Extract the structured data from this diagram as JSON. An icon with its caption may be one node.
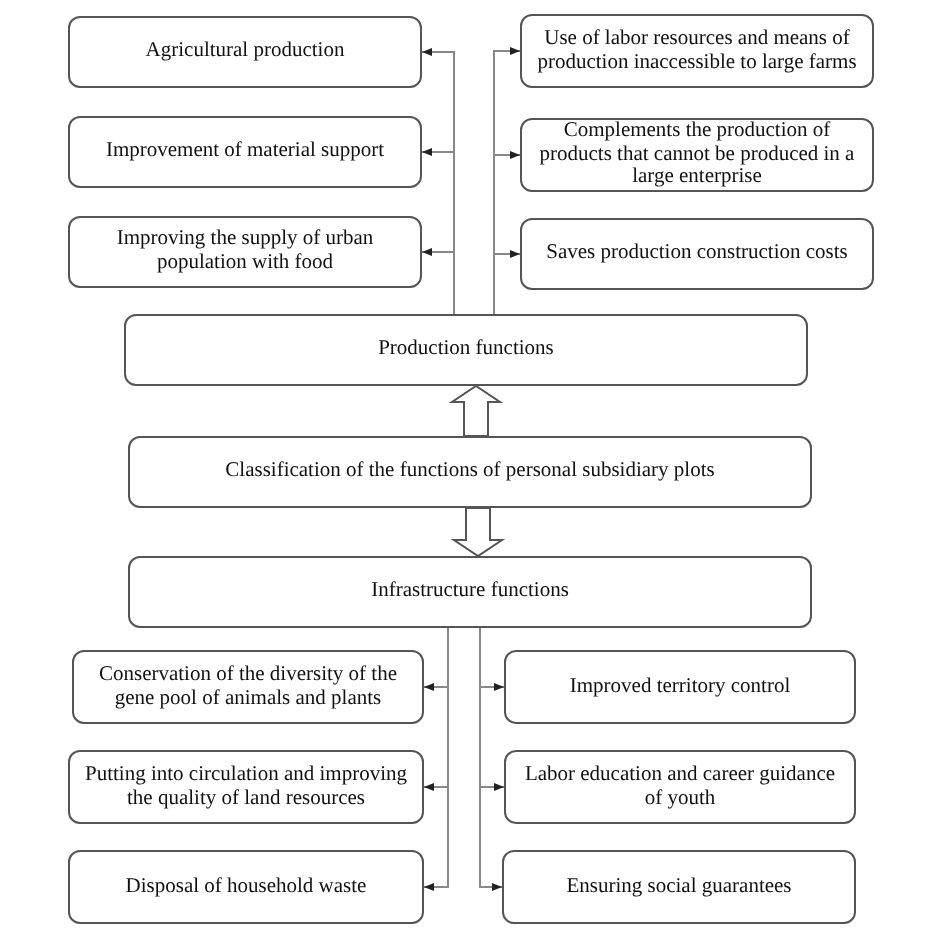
{
  "diagram": {
    "nodes": [
      {
        "text": [
          "Agricultural production"
        ]
      },
      {
        "text": [
          "Use of labor resources and means of production inaccessible to large farms"
        ]
      },
      {
        "text": [
          "Improvement of material support"
        ]
      },
      {
        "text": [
          "Complements the production of products that cannot be produced in a large enterprise"
        ]
      },
      {
        "text": [
          "Improving the supply of urban population with food"
        ]
      },
      {
        "text": [
          "Saves production construction costs"
        ]
      },
      {
        "text": [
          "Production functions"
        ]
      },
      {
        "text": [
          "Classification of the functions of personal subsidiary plots"
        ]
      },
      {
        "text": [
          "Infrastructure functions"
        ]
      },
      {
        "text": [
          "Conservation of the diversity of the gene pool of animals and plants"
        ]
      },
      {
        "text": [
          "Improved territory control"
        ]
      },
      {
        "text": [
          "Putting into circulation and improving the quality of land resources"
        ]
      },
      {
        "text": [
          "Labor education and career guidance of youth"
        ]
      },
      {
        "text": [
          "Disposal of household waste"
        ]
      },
      {
        "text": [
          "Ensuring social guarantees"
        ]
      }
    ],
    "edges": [
      {
        "from": 7,
        "to": 6,
        "arrow": "to",
        "style": "thick"
      },
      {
        "from": 7,
        "to": 8,
        "arrow": "to",
        "style": "thick"
      },
      {
        "from": 6,
        "to": 0,
        "arrow": "to"
      },
      {
        "from": 6,
        "to": 2,
        "arrow": "to"
      },
      {
        "from": 6,
        "to": 4,
        "arrow": "to"
      },
      {
        "from": 6,
        "to": 1,
        "arrow": "to"
      },
      {
        "from": 6,
        "to": 3,
        "arrow": "to"
      },
      {
        "from": 6,
        "to": 5,
        "arrow": "to"
      },
      {
        "from": 8,
        "to": 9,
        "arrow": "to"
      },
      {
        "from": 8,
        "to": 11,
        "arrow": "to"
      },
      {
        "from": 8,
        "to": 13,
        "arrow": "to"
      },
      {
        "from": 8,
        "to": 10,
        "arrow": "to"
      },
      {
        "from": 8,
        "to": 12,
        "arrow": "to"
      },
      {
        "from": 8,
        "to": 14,
        "arrow": "to"
      }
    ]
  }
}
